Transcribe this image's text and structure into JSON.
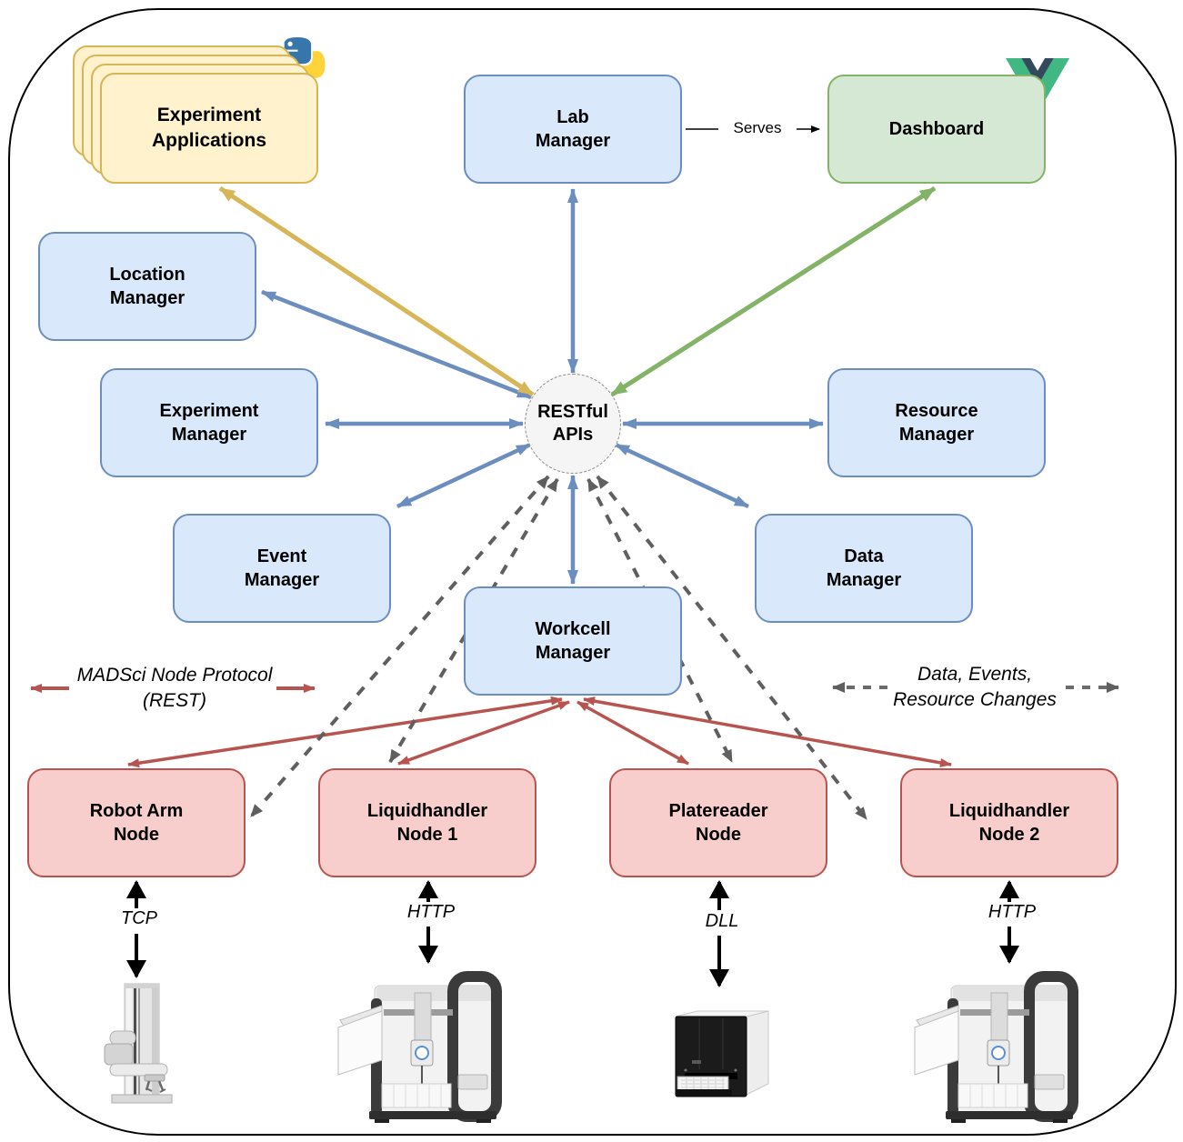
{
  "boxes": {
    "experiment_applications": "Experiment\nApplications",
    "lab_manager": "Lab\nManager",
    "dashboard": "Dashboard",
    "location_manager": "Location\nManager",
    "experiment_manager": "Experiment\nManager",
    "resource_manager": "Resource\nManager",
    "event_manager": "Event\nManager",
    "data_manager": "Data\nManager",
    "workcell_manager": "Workcell\nManager",
    "restful_apis": "RESTful\nAPIs"
  },
  "nodes": {
    "robot_arm": {
      "label": "Robot Arm\nNode",
      "protocol": "TCP",
      "instrument": "robot-arm"
    },
    "liquidhandler_1": {
      "label": "Liquidhandler\nNode 1",
      "protocol": "HTTP",
      "instrument": "liquidhandler"
    },
    "platereader": {
      "label": "Platereader\nNode",
      "protocol": "DLL",
      "instrument": "platereader"
    },
    "liquidhandler_2": {
      "label": "Liquidhandler\nNode 2",
      "protocol": "HTTP",
      "instrument": "liquidhandler"
    }
  },
  "edge_labels": {
    "serves": "Serves",
    "madsci_node_protocol": "MADSci Node Protocol\n(REST)",
    "data_events": "Data, Events,\nResource Changes"
  },
  "icons": {
    "experiment_applications": "python-logo",
    "dashboard": "vuejs-logo"
  },
  "styles": {
    "manager": {
      "fill": "#dae8fc",
      "border": "#6c8ebf"
    },
    "application": {
      "fill": "#fff2cc",
      "border": "#d6b656"
    },
    "dashboard": {
      "fill": "#d5e8d4",
      "border": "#82b366"
    },
    "node": {
      "fill": "#f8cecc",
      "border": "#b85450"
    },
    "api_hub": {
      "fill": "#f5f5f5",
      "border": "#8a8a8a"
    },
    "arrow_api": "#6c8ebf",
    "arrow_application": "#d6b656",
    "arrow_dashboard": "#82b366",
    "arrow_node_protocol": "#b85450",
    "arrow_data_events": "#5f5f5f",
    "arrow_hardware": "#000000"
  }
}
